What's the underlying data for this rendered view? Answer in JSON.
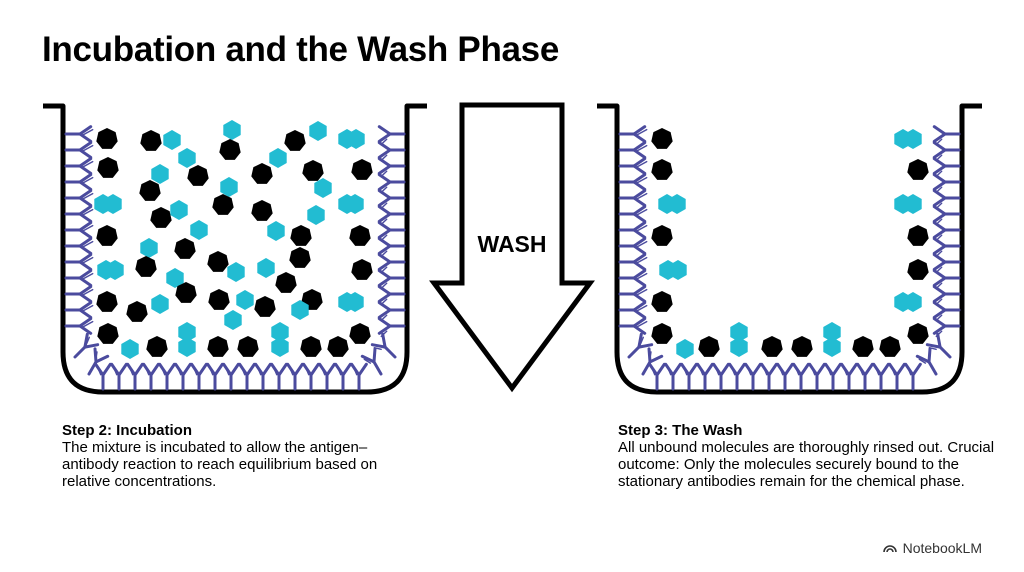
{
  "title": "Incubation and the Wash Phase",
  "arrow_label": "WASH",
  "step2": {
    "heading": "Step 2: Incubation",
    "text": "The mixture is incubated to allow the antigen–antibody reaction to reach equilibrium based on relative concentrations."
  },
  "step3": {
    "heading": "Step 3: The Wash",
    "text": "All unbound molecules are thoroughly rinsed out. Crucial outcome: Only the molecules securely bound to the stationary antibodies remain for the chemical phase."
  },
  "brand": "NotebookLM",
  "colors": {
    "antibody": "#4b4b9e",
    "labeled_antigen": "#000000",
    "unlabeled_antigen": "#22bcd2",
    "wall": "#000000"
  },
  "icons": {
    "brand": "notebook-logo-icon"
  }
}
